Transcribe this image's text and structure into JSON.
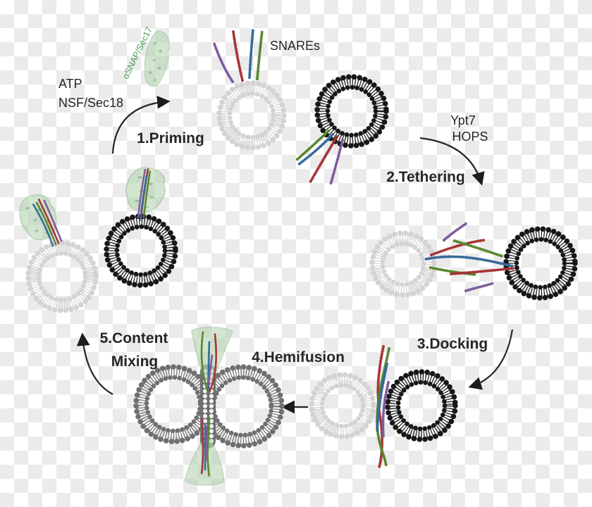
{
  "labels": {
    "atp": "ATP",
    "nsf": "NSF/Sec18",
    "alpha_snap": "αSNAP/Sec17",
    "snares": "SNAREs",
    "ypt7": "Ypt7",
    "hops": "HOPS"
  },
  "steps": [
    {
      "label": "1.Priming"
    },
    {
      "label": "2.Tethering"
    },
    {
      "label": "3.Docking"
    },
    {
      "label": "4.Hemifusion"
    },
    {
      "label_line1": "5.Content",
      "label_line2": "Mixing"
    }
  ],
  "colors": {
    "snare_red": "#a63332",
    "snare_blue": "#36699a",
    "snare_green": "#55872e",
    "snare_purple": "#7e5a9b",
    "vesicle_light": "#d3d3d3",
    "vesicle_mid": "#6f6f6f",
    "vesicle_dark": "#161616",
    "protein_green": "#b7d6b3",
    "label_green": "#4f9e51",
    "text": "#262626",
    "checker": "#ebebeb"
  }
}
